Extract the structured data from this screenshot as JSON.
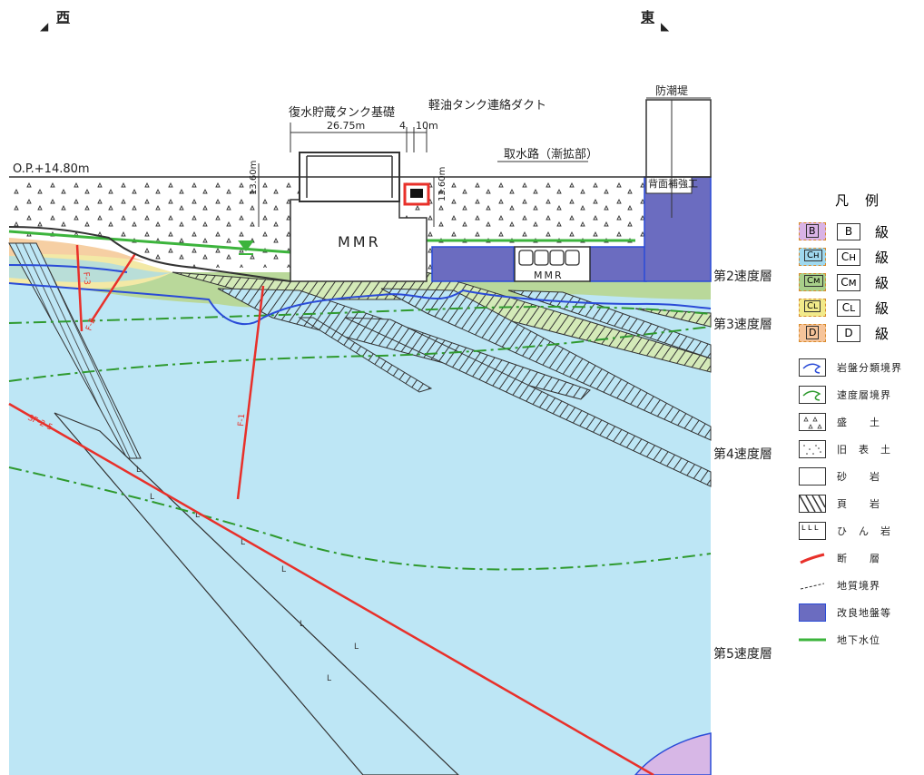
{
  "directions": {
    "west": "西",
    "east": "東"
  },
  "structures": {
    "condensate_tank": "復水貯蔵タンク基礎",
    "duct": "軽油タンク連絡ダクト",
    "seawall": "防潮堤",
    "intake": "取水路（漸拡部）",
    "backfill": "背面補強工",
    "mmr_main": "MMR",
    "mmr_intake": "MMR"
  },
  "dimensions": {
    "op_level": "O.P.+14.80m",
    "width_main": "26.75m",
    "gap": "4",
    "width_duct": "10m",
    "depth_left": "13.60m",
    "depth_right": "13.60m"
  },
  "fault_labels": [
    "F-3",
    "F-2",
    "F-1",
    "SF-2-5"
  ],
  "velocity_layers": [
    {
      "label": "第2速度層"
    },
    {
      "label": "第3速度層"
    },
    {
      "label": "第4速度層"
    },
    {
      "label": "第5速度層"
    }
  ],
  "legend": {
    "title": "凡例",
    "grades": [
      {
        "box": "B",
        "label": "B",
        "suffix": "級",
        "color": "#d9b3e6"
      },
      {
        "box": "Cʜ",
        "label": "Cʜ",
        "suffix": "級",
        "color": "#9fd8ee"
      },
      {
        "box": "Cᴍ",
        "label": "Cᴍ",
        "suffix": "級",
        "color": "#a8cf8a"
      },
      {
        "box": "Cʟ",
        "label": "Cʟ",
        "suffix": "級",
        "color": "#f2ea8a"
      },
      {
        "box": "D",
        "label": "D",
        "suffix": "級",
        "color": "#f6c49a"
      }
    ],
    "items": [
      {
        "icon": "rock-class-boundary-icon",
        "label": "岩盤分類境界"
      },
      {
        "icon": "velocity-layer-boundary-icon",
        "label": "速度層境界"
      },
      {
        "icon": "fill-soil-icon",
        "label": "盛　　土"
      },
      {
        "icon": "old-topsoil-icon",
        "label": "旧　表　土"
      },
      {
        "icon": "sandstone-icon",
        "label": "砂　　岩"
      },
      {
        "icon": "shale-icon",
        "label": "頁　　岩"
      },
      {
        "icon": "porphyrite-icon",
        "label": "ひ　ん　岩"
      },
      {
        "icon": "fault-icon",
        "label": "断　　層"
      },
      {
        "icon": "geologic-boundary-icon",
        "label": "地質境界"
      },
      {
        "icon": "ground-improvement-icon",
        "label": "改良地盤等"
      },
      {
        "icon": "groundwater-level-icon",
        "label": "地下水位"
      }
    ]
  },
  "colors": {
    "rock_blue": "#bde6f5",
    "sand_yellow": "#f3e9a6",
    "green_layer": "#b9d89a",
    "peach": "#f6cfa3",
    "improved": "#6b6cc0",
    "fault_red": "#e8302a",
    "water_green": "#3cb43c",
    "boundary_blue": "#2a4bd7",
    "purple": "#d7b7e6"
  }
}
